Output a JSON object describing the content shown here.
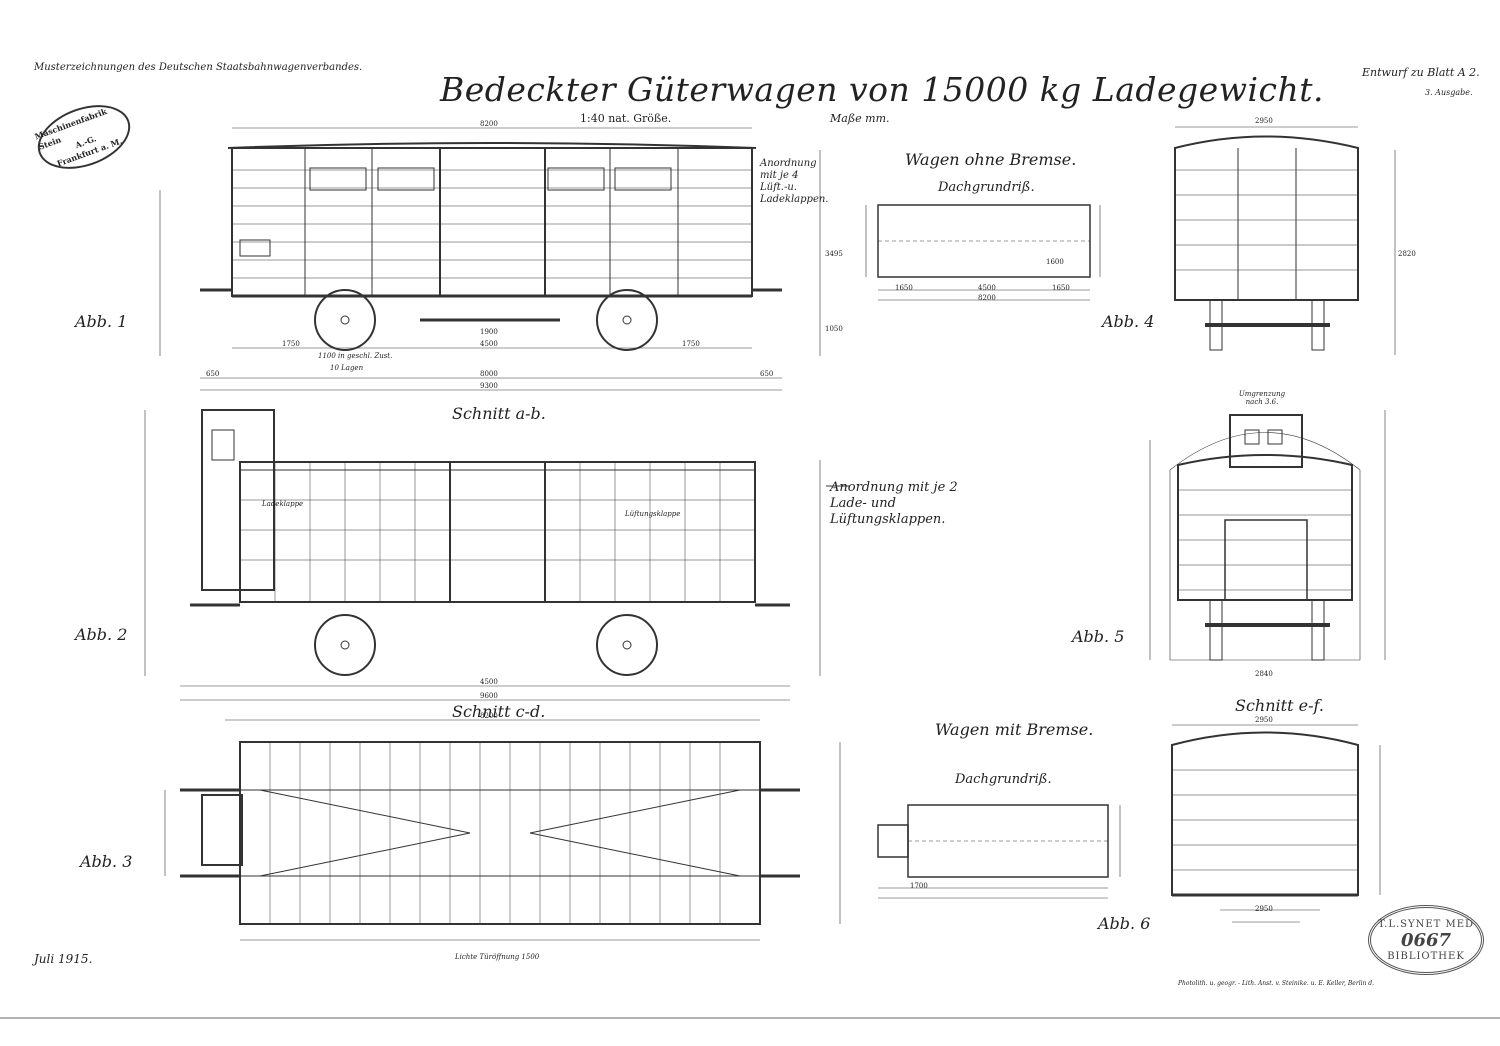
{
  "header": {
    "series_note": "Musterzeichnungen des Deutschen Staatsbahnwagenverbandes.",
    "title": "Bedeckter Güterwagen von 15000 kg Ladegewicht.",
    "scale": "1:40 nat. Größe.",
    "units": "Maße mm.",
    "sheet": "Entwurf zu Blatt A 2.",
    "edition": "3. Ausgabe."
  },
  "stamp": {
    "line1": "Maschinenfabrik Stein",
    "line2": "A.-G.",
    "line3": "Frankfurt a. M."
  },
  "views": {
    "abb1": "Abb. 1",
    "abb2": "Abb. 2",
    "abb3": "Abb. 3",
    "abb4": "Abb. 4",
    "abb5": "Abb. 5",
    "abb6": "Abb. 6"
  },
  "annotations": {
    "anordnung_top": "Anordnung mit je 4 Lüft.-u. Ladeklappen.",
    "schnitt_ab": "Schnitt a-b.",
    "schnitt_cd": "Schnitt c-d.",
    "schnitt_ef": "Schnitt e-f.",
    "anordnung_mid": "Anordnung mit je 2 Lade- und Lüftungsklappen.",
    "ohne_bremse": "Wagen ohne Bremse.",
    "mit_bremse": "Wagen mit Bremse.",
    "dachgrundriss_1": "Dachgrundriß.",
    "dachgrundriss_2": "Dachgrundriß.",
    "umgrenzung": "Umgrenzung nach 3.6.",
    "ladeklappe": "Ladeklappe",
    "lueftungsklappe": "Lüftungsklappe",
    "lichte_tueroeffnung": "Lichte Türöffnung 1500",
    "date": "Juli 1915.",
    "printer": "Photolith. u. geogr. - Lith. Anst. v. Steinike. u. E. Keller, Berlin d."
  },
  "dimensions": {
    "d8200": "8200",
    "d4500": "4500",
    "d1750a": "1750",
    "d1750b": "1750",
    "d1900": "1900",
    "d8000": "8000",
    "d9300": "9300",
    "d650a": "650",
    "d650b": "650",
    "d9600": "9600",
    "d2950a": "2950",
    "d2950b": "2950",
    "d2950c": "2950",
    "d1650a": "1650",
    "d1650b": "1650",
    "d1700": "1700",
    "d4500b": "4500",
    "d8200b": "8200",
    "d8200c": "8200",
    "d1600": "1600",
    "d2840": "2840",
    "d3485": "3495",
    "d2820": "2820",
    "d1050": "1050",
    "d10lagen": "10 Lagen",
    "d1100": "1100 in geschl. Zust."
  },
  "seal": {
    "line1": "T.L.SYNET MED",
    "number": "0667",
    "line2": "BIBLIOTHEK"
  }
}
